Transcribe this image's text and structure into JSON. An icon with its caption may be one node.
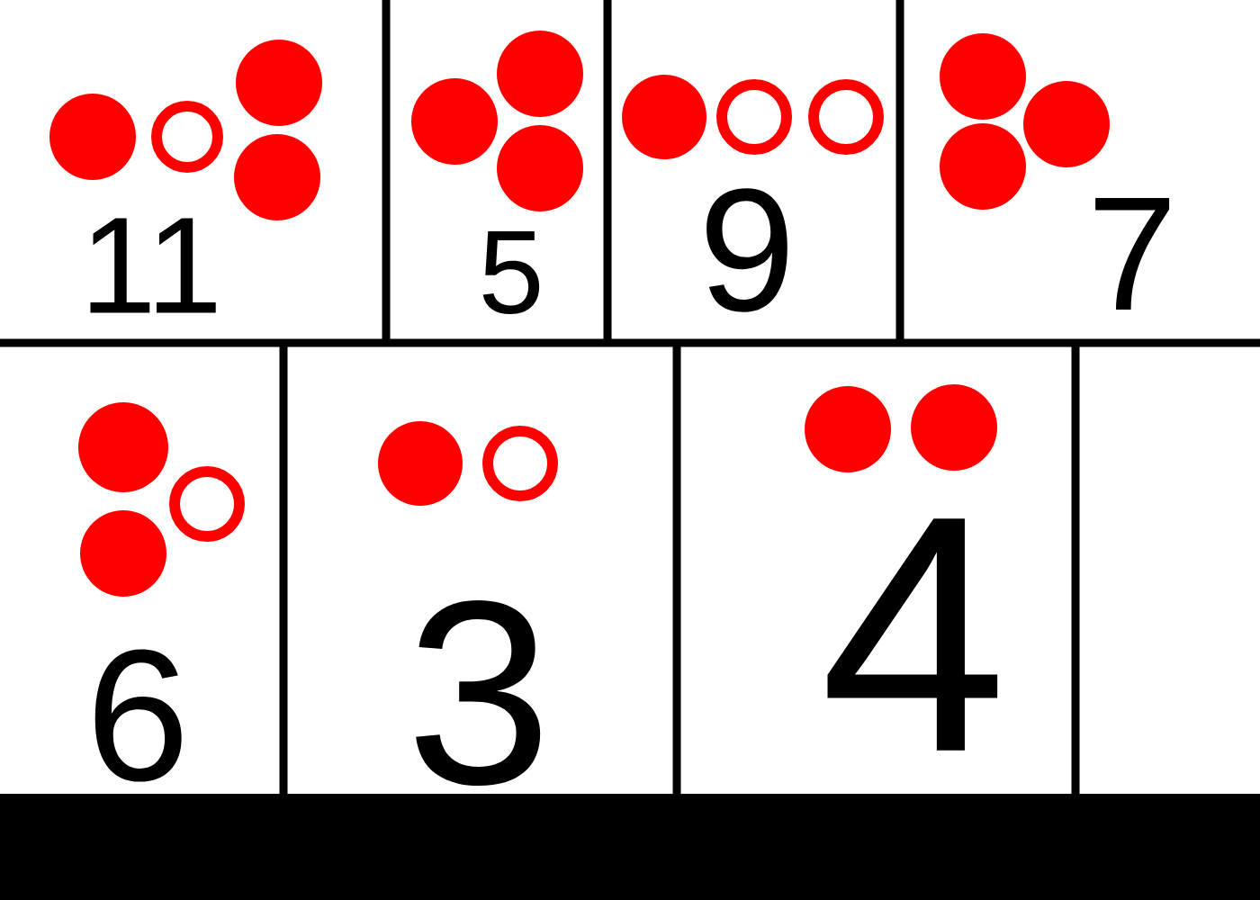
{
  "diagram": {
    "nodes": [
      {
        "text": [
          "11"
        ]
      },
      {
        "text": [
          "5"
        ]
      },
      {
        "text": [
          "9"
        ]
      },
      {
        "text": [
          "7"
        ]
      },
      {
        "text": [
          "6"
        ]
      },
      {
        "text": [
          "3"
        ]
      },
      {
        "text": [
          "4"
        ]
      }
    ]
  }
}
